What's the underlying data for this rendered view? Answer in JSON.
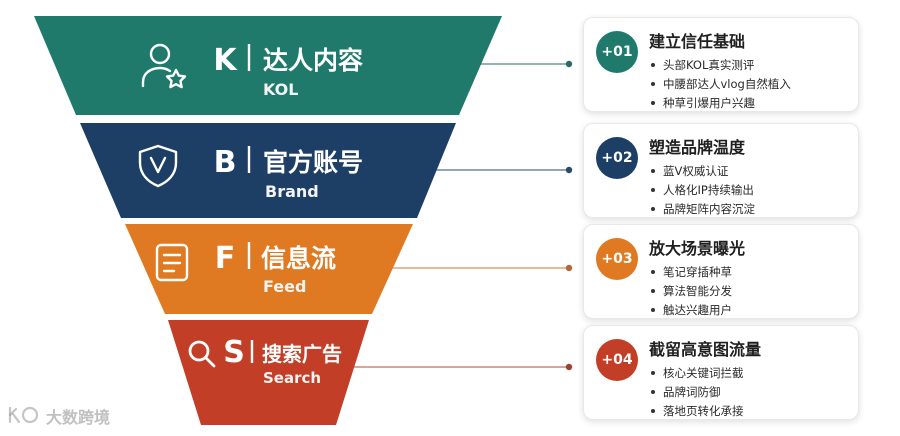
{
  "levels": [
    {
      "letter": "K",
      "title": "达人内容",
      "en": "KOL",
      "icon": "user-star-icon",
      "color": "#1f7a6c",
      "card": {
        "badge": "+01",
        "title": "建立信任基础",
        "bullets": [
          "头部KOL真实测评",
          "中腰部达人vlog自然植入",
          "种草引爆用户兴趣"
        ]
      }
    },
    {
      "letter": "B",
      "title": "官方账号",
      "en": "Brand",
      "icon": "shield-v-icon",
      "color": "#1d3f66",
      "card": {
        "badge": "+02",
        "title": "塑造品牌温度",
        "bullets": [
          "蓝V权威认证",
          "人格化IP持续输出",
          "品牌矩阵内容沉淀"
        ]
      }
    },
    {
      "letter": "F",
      "title": "信息流",
      "en": "Feed",
      "icon": "document-icon",
      "color": "#e07a22",
      "card": {
        "badge": "+03",
        "title": "放大场景曝光",
        "bullets": [
          "笔记穿插种草",
          "算法智能分发",
          "触达兴趣用户"
        ]
      }
    },
    {
      "letter": "S",
      "title": "搜索广告",
      "en": "Search",
      "icon": "search-icon",
      "color": "#c33e26",
      "card": {
        "badge": "+04",
        "title": "截留高意图流量",
        "bullets": [
          "核心关键词拦截",
          "品牌词防御",
          "落地页转化承接"
        ]
      }
    }
  ],
  "watermark": "大数跨境"
}
